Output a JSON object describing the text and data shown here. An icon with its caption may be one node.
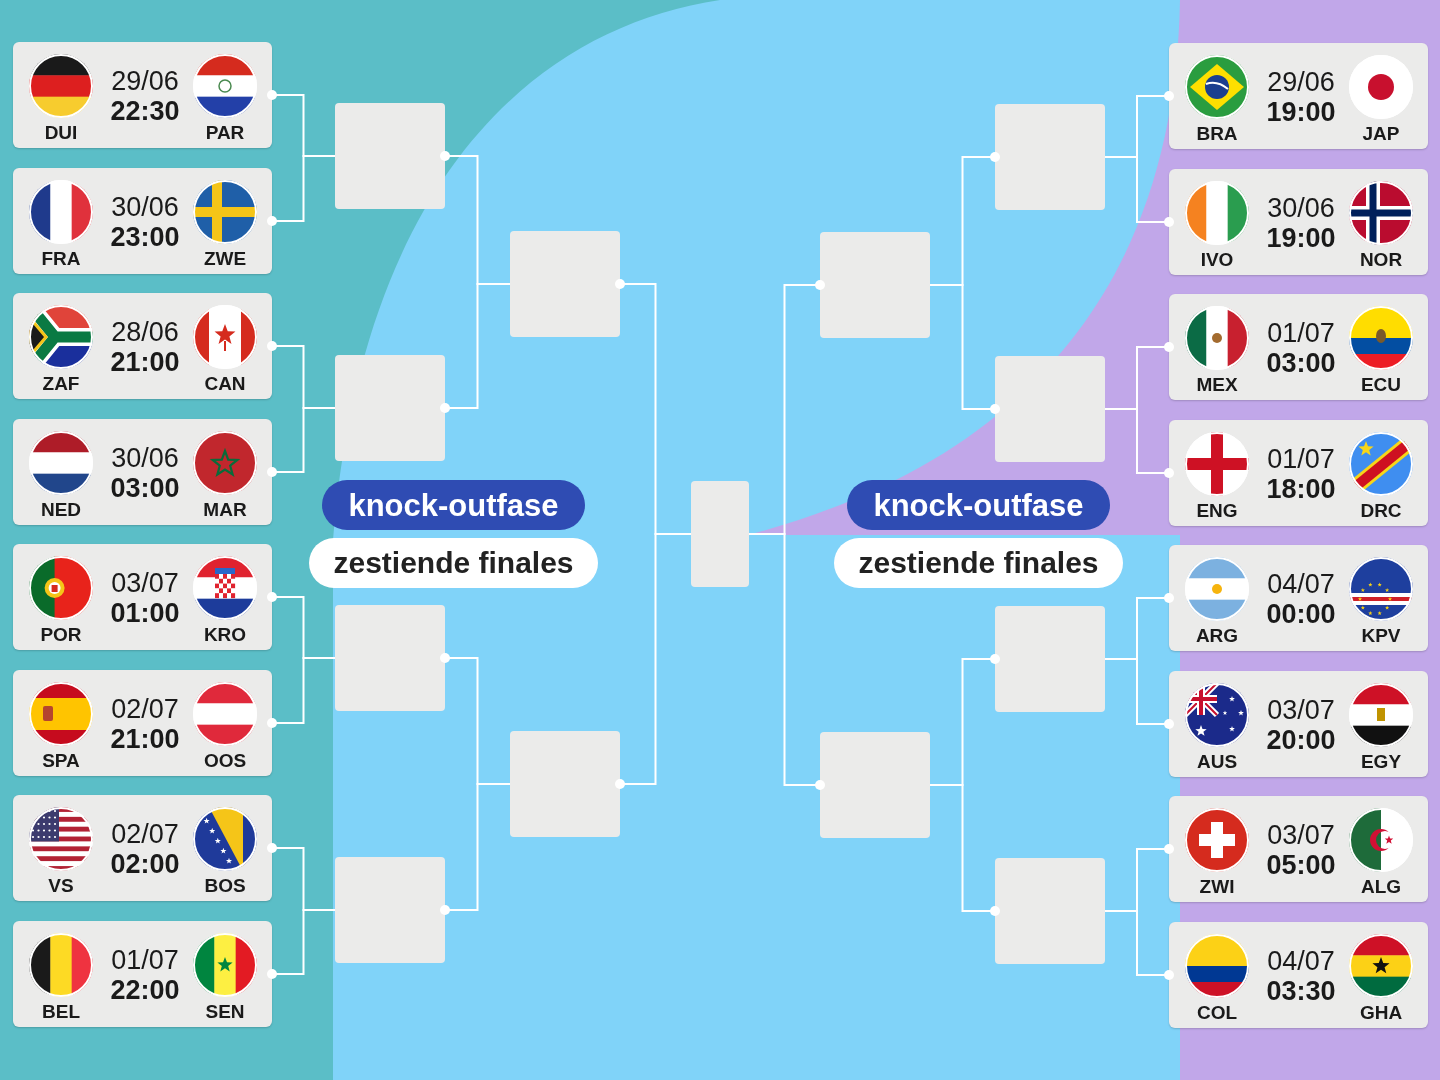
{
  "diagram": {
    "nodes": [
      {
        "text": [
          "29/06",
          "22:30",
          "DUI",
          "PAR"
        ]
      },
      {
        "text": [
          "30/06",
          "23:00",
          "FRA",
          "ZWE"
        ]
      },
      {
        "text": [
          "28/06",
          "21:00",
          "ZAF",
          "CAN"
        ]
      },
      {
        "text": [
          "30/06",
          "03:00",
          "NED",
          "MAR"
        ]
      },
      {
        "text": [
          "03/07",
          "01:00",
          "POR",
          "KRO"
        ]
      },
      {
        "text": [
          "02/07",
          "21:00",
          "SPA",
          "OOS"
        ]
      },
      {
        "text": [
          "02/07",
          "02:00",
          "VS",
          "BOS"
        ]
      },
      {
        "text": [
          "01/07",
          "22:00",
          "BEL",
          "SEN"
        ]
      },
      {
        "text": [],
        "shape": "box"
      },
      {
        "text": [],
        "shape": "box"
      },
      {
        "text": [],
        "shape": "box"
      },
      {
        "text": [],
        "shape": "box"
      },
      {
        "text": [],
        "shape": "box"
      },
      {
        "text": [],
        "shape": "box"
      },
      {
        "text": [],
        "shape": "box"
      },
      {
        "text": [],
        "shape": "box"
      },
      {
        "text": [],
        "shape": "box"
      },
      {
        "text": [],
        "shape": "box"
      },
      {
        "text": [],
        "shape": "box"
      },
      {
        "text": [],
        "shape": "box"
      },
      {
        "text": [],
        "shape": "box"
      },
      {
        "text": [
          "29/06",
          "19:00",
          "BRA",
          "JAP"
        ]
      },
      {
        "text": [
          "30/06",
          "19:00",
          "IVO",
          "NOR"
        ]
      },
      {
        "text": [
          "01/07",
          "03:00",
          "MEX",
          "ECU"
        ]
      },
      {
        "text": [
          "01/07",
          "18:00",
          "ENG",
          "DRC"
        ]
      },
      {
        "text": [
          "04/07",
          "00:00",
          "ARG",
          "KPV"
        ]
      },
      {
        "text": [
          "03/07",
          "20:00",
          "AUS",
          "EGY"
        ]
      },
      {
        "text": [
          "03/07",
          "05:00",
          "ZWI",
          "ALG"
        ]
      },
      {
        "text": [
          "04/07",
          "03:30",
          "COL",
          "GHA"
        ]
      },
      {
        "text": [
          "knock-outfase"
        ]
      },
      {
        "text": [
          "zestiende finales"
        ]
      },
      {
        "text": [
          "knock-outfase"
        ]
      },
      {
        "text": [
          "zestiende finales"
        ]
      }
    ],
    "edges": [
      {
        "from": 0,
        "to": 8,
        "arrow": "other"
      },
      {
        "from": 1,
        "to": 8,
        "arrow": "other"
      },
      {
        "from": 2,
        "to": 9,
        "arrow": "other"
      },
      {
        "from": 3,
        "to": 9,
        "arrow": "other"
      },
      {
        "from": 4,
        "to": 10,
        "arrow": "other"
      },
      {
        "from": 5,
        "to": 10,
        "arrow": "other"
      },
      {
        "from": 6,
        "to": 11,
        "arrow": "other"
      },
      {
        "from": 7,
        "to": 11,
        "arrow": "other"
      },
      {
        "from": 8,
        "to": 12,
        "arrow": "other"
      },
      {
        "from": 9,
        "to": 12,
        "arrow": "other"
      },
      {
        "from": 10,
        "to": 13,
        "arrow": "other"
      },
      {
        "from": 11,
        "to": 13,
        "arrow": "other"
      },
      {
        "from": 12,
        "to": 14,
        "arrow": "other"
      },
      {
        "from": 13,
        "to": 14,
        "arrow": "other"
      },
      {
        "from": 15,
        "to": 14,
        "arrow": "other"
      },
      {
        "from": 16,
        "to": 14,
        "arrow": "other"
      },
      {
        "from": 17,
        "to": 15,
        "arrow": "other"
      },
      {
        "from": 18,
        "to": 15,
        "arrow": "other"
      },
      {
        "from": 19,
        "to": 16,
        "arrow": "other"
      },
      {
        "from": 20,
        "to": 16,
        "arrow": "other"
      },
      {
        "from": 21,
        "to": 17,
        "arrow": "other"
      },
      {
        "from": 22,
        "to": 17,
        "arrow": "other"
      },
      {
        "from": 23,
        "to": 18,
        "arrow": "other"
      },
      {
        "from": 24,
        "to": 18,
        "arrow": "other"
      },
      {
        "from": 25,
        "to": 19,
        "arrow": "other"
      },
      {
        "from": 26,
        "to": 19,
        "arrow": "other"
      },
      {
        "from": 27,
        "to": 20,
        "arrow": "other"
      },
      {
        "from": 28,
        "to": 20,
        "arrow": "other"
      }
    ]
  }
}
